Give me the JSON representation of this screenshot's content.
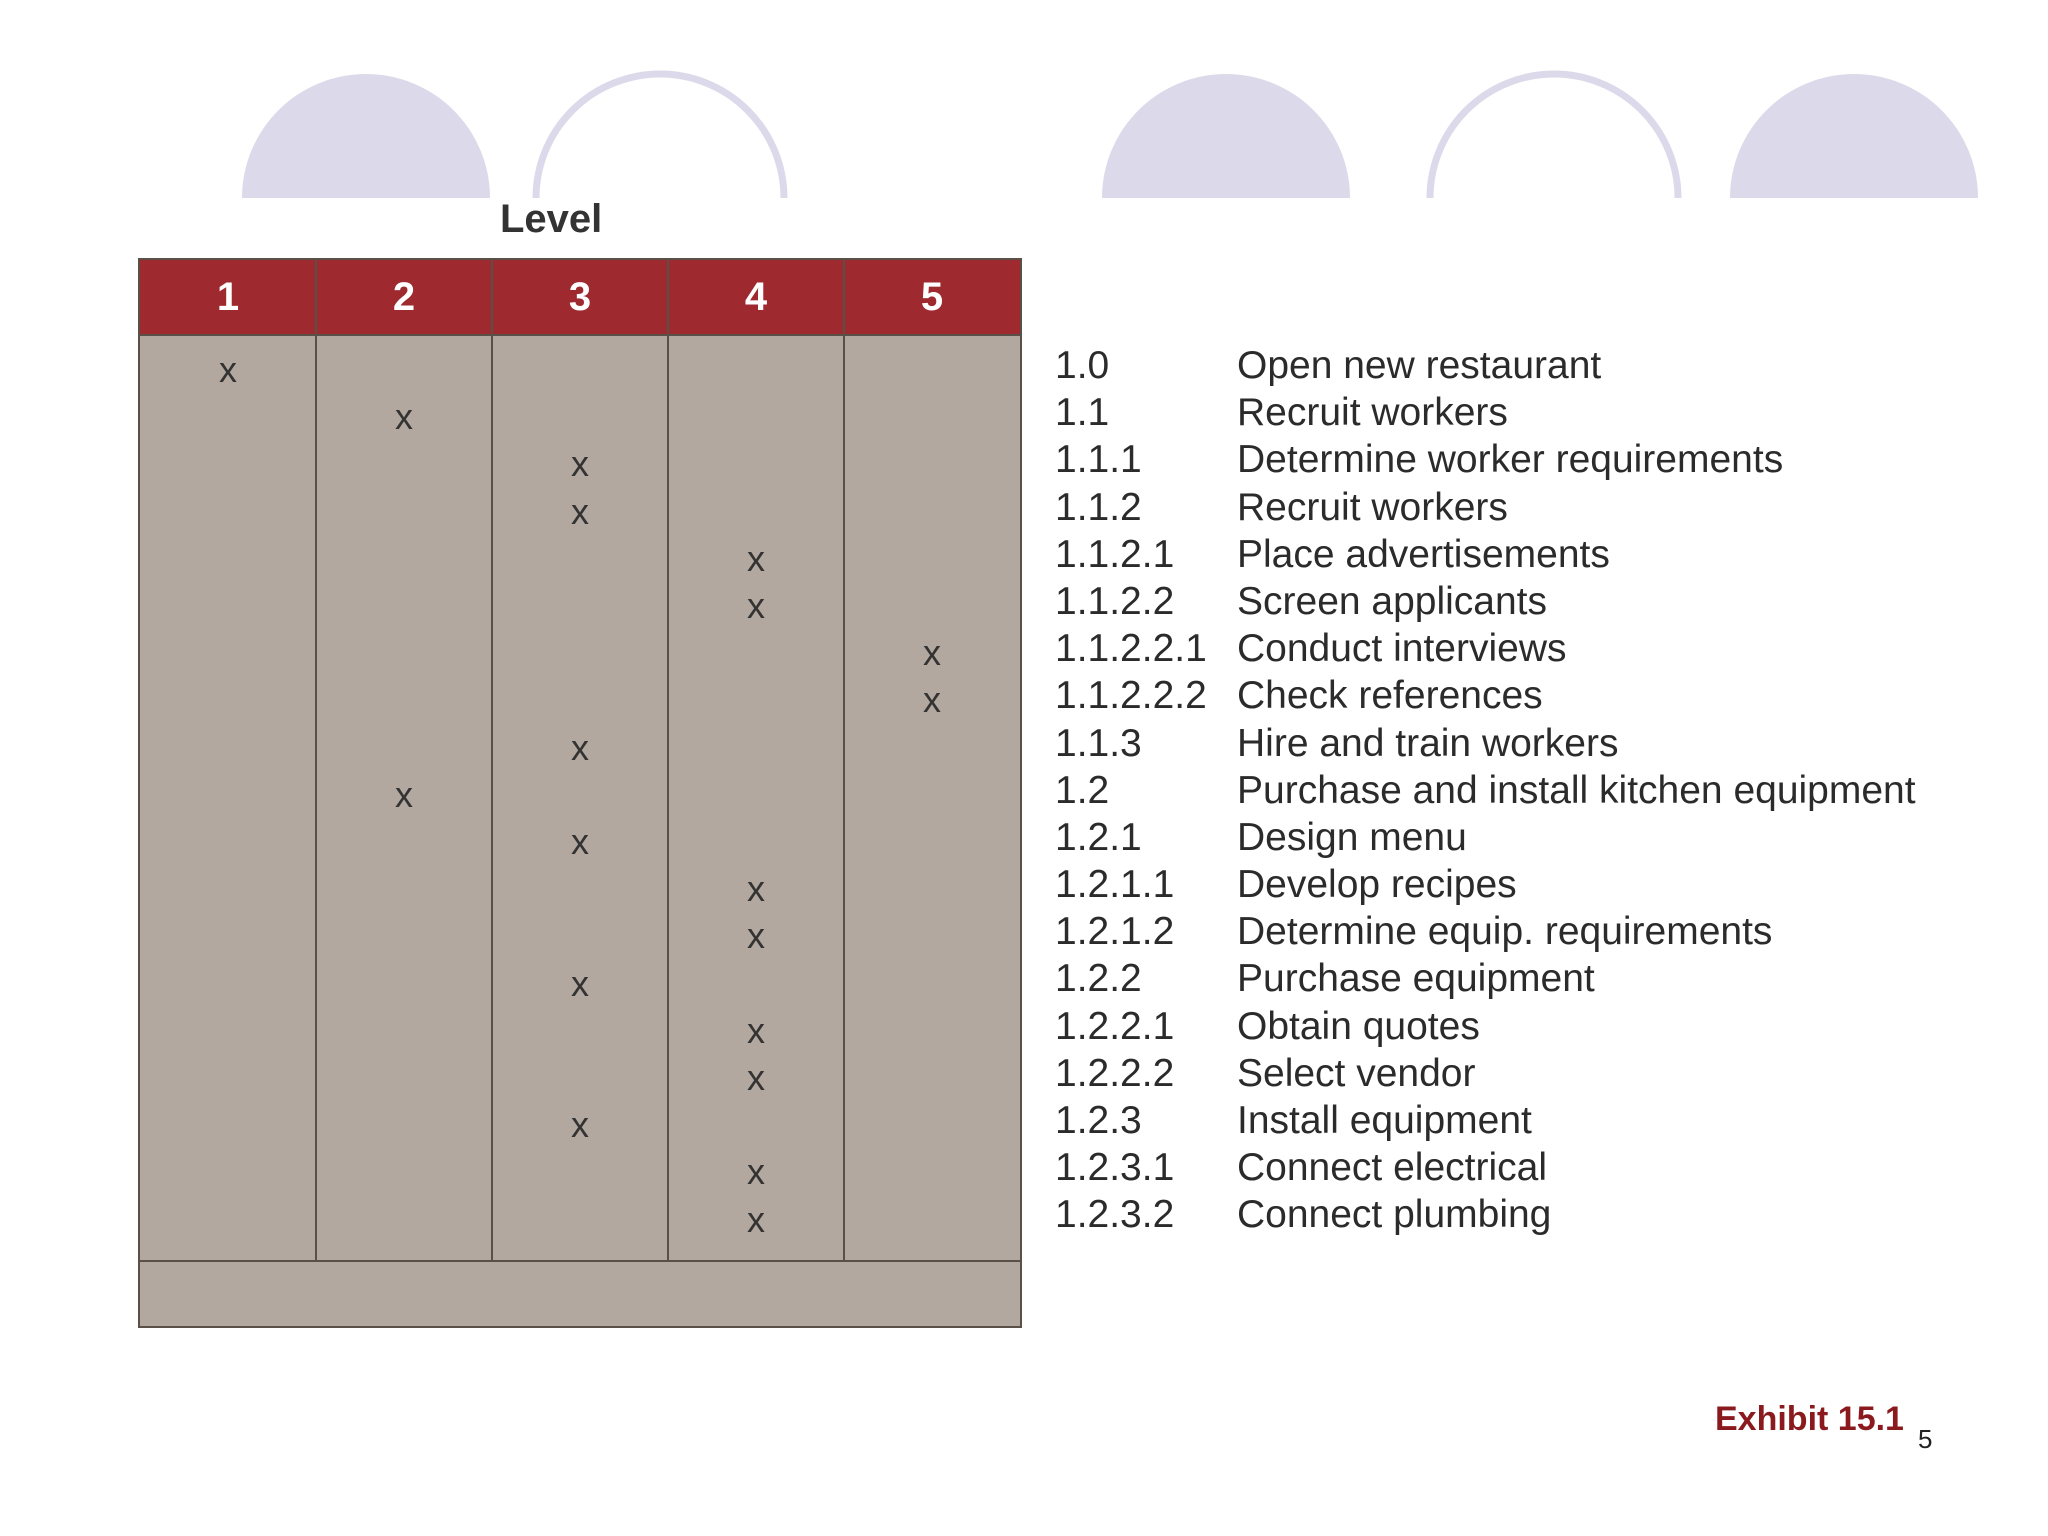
{
  "level_title": "Level",
  "level_headers": [
    "1",
    "2",
    "3",
    "4",
    "5"
  ],
  "mark_symbol": "x",
  "tasks": [
    {
      "code": "1.0",
      "task": "Open new restaurant",
      "level": 1
    },
    {
      "code": "1.1",
      "task": "Recruit workers",
      "level": 2
    },
    {
      "code": "1.1.1",
      "task": "Determine worker requirements",
      "level": 3
    },
    {
      "code": "1.1.2",
      "task": "Recruit workers",
      "level": 3
    },
    {
      "code": "1.1.2.1",
      "task": "Place advertisements",
      "level": 4
    },
    {
      "code": "1.1.2.2",
      "task": "Screen applicants",
      "level": 4
    },
    {
      "code": "1.1.2.2.1",
      "task": "Conduct interviews",
      "level": 5
    },
    {
      "code": "1.1.2.2.2",
      "task": "Check references",
      "level": 5
    },
    {
      "code": "1.1.3",
      "task": "Hire and train workers",
      "level": 3
    },
    {
      "code": "1.2",
      "task": "Purchase and install kitchen equipment",
      "level": 2
    },
    {
      "code": "1.2.1",
      "task": "Design menu",
      "level": 3
    },
    {
      "code": "1.2.1.1",
      "task": "Develop recipes",
      "level": 4
    },
    {
      "code": "1.2.1.2",
      "task": "Determine equip. requirements",
      "level": 4
    },
    {
      "code": "1.2.2",
      "task": "Purchase equipment",
      "level": 3
    },
    {
      "code": "1.2.2.1",
      "task": "Obtain quotes",
      "level": 4
    },
    {
      "code": "1.2.2.2",
      "task": "Select vendor",
      "level": 4
    },
    {
      "code": "1.2.3",
      "task": "Install equipment",
      "level": 3
    },
    {
      "code": "1.2.3.1",
      "task": "Connect electrical",
      "level": 4
    },
    {
      "code": "1.2.3.2",
      "task": "Connect plumbing",
      "level": 4
    }
  ],
  "exhibit_label": "Exhibit 15.1",
  "page_number": "5",
  "colors": {
    "header_red": "#9e2a30",
    "grid_taupe": "#b3a89f",
    "decor_lavender": "#dcd9ea",
    "exhibit_red": "#8b1a1e"
  }
}
